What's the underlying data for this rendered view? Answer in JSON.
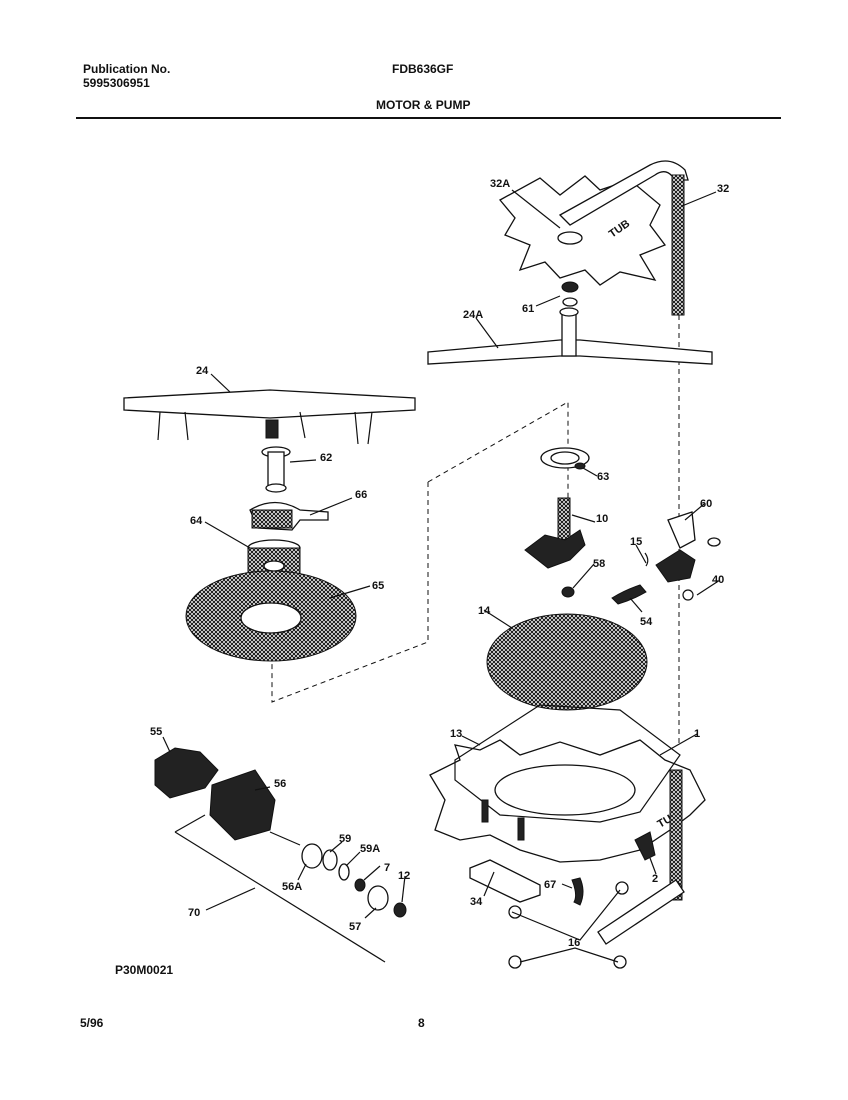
{
  "header": {
    "publication_label": "Publication No.",
    "publication_number": "5995306951",
    "model": "FDB636GF",
    "section_title": "MOTOR & PUMP"
  },
  "footer": {
    "date": "5/96",
    "page": "8",
    "drawing_code": "P30M0021"
  },
  "diagram": {
    "tub_text": "TUB",
    "callouts": {
      "c1": "1",
      "c2": "2",
      "c7": "7",
      "c10": "10",
      "c12": "12",
      "c13": "13",
      "c14": "14",
      "c15": "15",
      "c16": "16",
      "c24": "24",
      "c24a": "24A",
      "c32": "32",
      "c32a": "32A",
      "c34": "34",
      "c40": "40",
      "c54": "54",
      "c55": "55",
      "c56": "56",
      "c56a": "56A",
      "c57": "57",
      "c58": "58",
      "c59": "59",
      "c59a": "59A",
      "c60": "60",
      "c61": "61",
      "c62": "62",
      "c63": "63",
      "c64": "64",
      "c65": "65",
      "c66": "66",
      "c67": "67",
      "c70": "70"
    }
  }
}
